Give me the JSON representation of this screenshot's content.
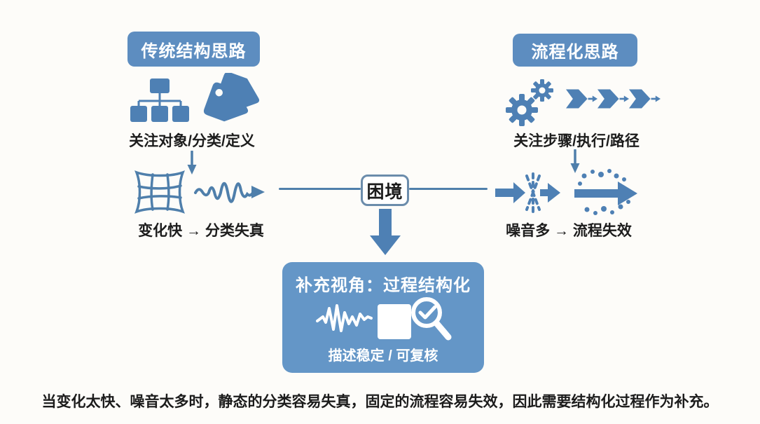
{
  "colors": {
    "background": "#fdfcf9",
    "header_blue": "#5d8dc0",
    "panel_blue": "#6496c7",
    "icon_blue": "#4e80b4",
    "outline_blue": "#4f7fab",
    "dilemma_border": "#6b8cab",
    "text_dark": "#1c1c1c"
  },
  "left_branch": {
    "header": "传统结构思路",
    "focus_label": "关注对象/分类/定义",
    "problem_label": "变化快 → 分类失真",
    "icons": [
      "org-chart-icon",
      "tags-icon",
      "down-arrow-icon",
      "warped-grid-icon",
      "wavy-arrow-icon"
    ]
  },
  "right_branch": {
    "header": "流程化思路",
    "focus_label": "关注步骤/执行/路径",
    "problem_label": "噪音多 → 流程失效",
    "icons": [
      "gears-icon",
      "chevron-flow-icon",
      "down-arrow-icon",
      "noise-burst-arrow-icon",
      "scattered-dots-arrow-icon"
    ]
  },
  "center": {
    "dilemma_label": "困境",
    "panel_title": "补充视角：过程结构化",
    "panel_caption": "描述稳定 / 可复核",
    "panel_icons": [
      "waveform-icon",
      "magnifier-check-icon"
    ],
    "big_down_arrow": "thick-down-arrow-icon"
  },
  "footer": {
    "caption": "当变化太快、噪音太多时，静态的分类容易失真，固定的流程容易失效，因此需要结构化过程作为补充。"
  }
}
